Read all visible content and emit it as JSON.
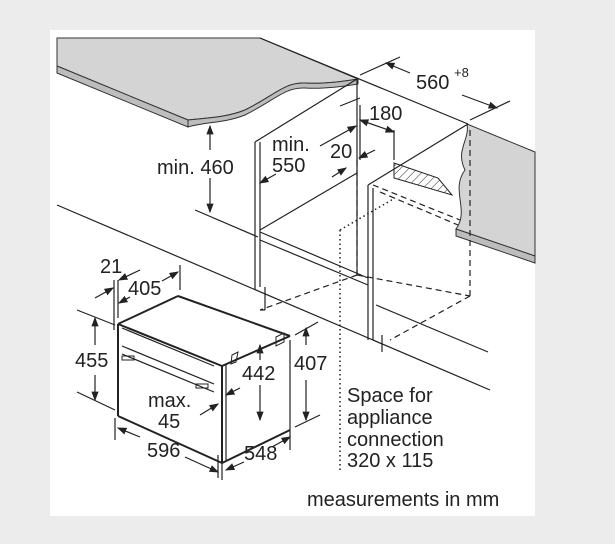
{
  "diagram": {
    "dimensions": {
      "depth_niche": "560",
      "depth_niche_tolerance": "+8",
      "gap_180": "180",
      "min_height": "min. 460",
      "min_depth_line1": "min.",
      "min_depth_line2": "550",
      "gap_20": "20",
      "front_21": "21",
      "depth_405": "405",
      "height_455": "455",
      "height_442": "442",
      "height_407": "407",
      "max_line1": "max.",
      "max_line2": "45",
      "width_596": "596",
      "depth_548": "548"
    },
    "connection_note": [
      "Space for",
      "appliance",
      "connection",
      "320 x 115"
    ],
    "units_note": "measurements in mm"
  }
}
